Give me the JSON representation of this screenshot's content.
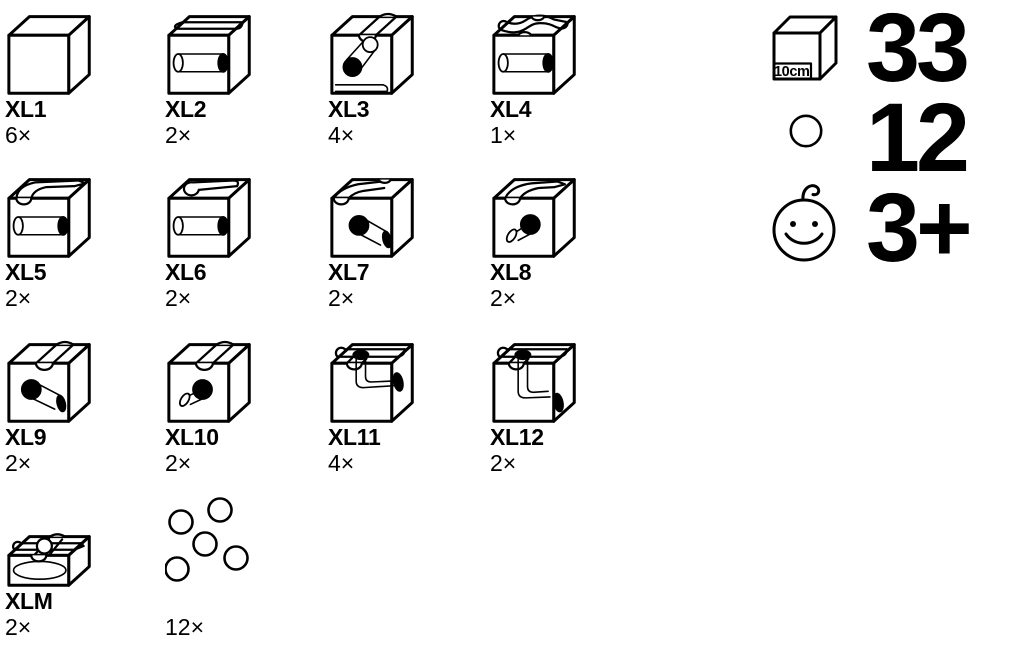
{
  "colors": {
    "ink": "#000000",
    "background": "#ffffff"
  },
  "blocks": [
    {
      "id": "xl1",
      "label": "XL1",
      "count": "6×"
    },
    {
      "id": "xl2",
      "label": "XL2",
      "count": "2×"
    },
    {
      "id": "xl3",
      "label": "XL3",
      "count": "4×"
    },
    {
      "id": "xl4",
      "label": "XL4",
      "count": "1×"
    },
    {
      "id": "xl5",
      "label": "XL5",
      "count": "2×"
    },
    {
      "id": "xl6",
      "label": "XL6",
      "count": "2×"
    },
    {
      "id": "xl7",
      "label": "XL7",
      "count": "2×"
    },
    {
      "id": "xl8",
      "label": "XL8",
      "count": "2×"
    },
    {
      "id": "xl9",
      "label": "XL9",
      "count": "2×"
    },
    {
      "id": "xl10",
      "label": "XL10",
      "count": "2×"
    },
    {
      "id": "xl11",
      "label": "XL11",
      "count": "4×"
    },
    {
      "id": "xl12",
      "label": "XL12",
      "count": "2×"
    },
    {
      "id": "xlm",
      "label": "XLM",
      "count": "2×"
    }
  ],
  "marbles": {
    "count": "12×"
  },
  "summary": {
    "cube_size_label": "10cm",
    "total_cubes": "33",
    "total_marbles": "12",
    "age_rating": "3+"
  }
}
